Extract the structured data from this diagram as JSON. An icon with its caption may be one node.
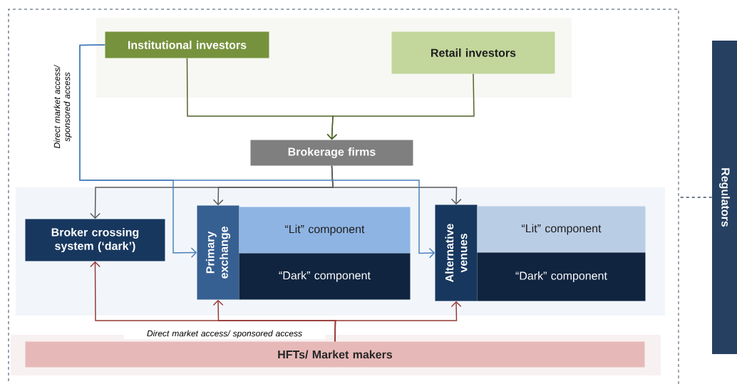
{
  "diagram": {
    "nodes": [
      {
        "text": [],
        "shape": "box"
      },
      {
        "text": [
          "Institutional investors"
        ],
        "in": 0
      },
      {
        "text": [
          "Retail investors"
        ],
        "in": 0
      },
      {
        "text": [
          "Brokerage firms"
        ],
        "in": 0
      },
      {
        "text": [
          "Broker crossing system (‘dark’)"
        ],
        "in": 0
      },
      {
        "text": [
          "Primary exchange"
        ],
        "in": 0
      },
      {
        "text": [
          "“Lit” component"
        ],
        "in": 0
      },
      {
        "text": [
          "“Dark” component"
        ],
        "in": 0
      },
      {
        "text": [
          "Alternative venues"
        ],
        "in": 0
      },
      {
        "text": [
          "“Lit” component"
        ],
        "in": 0
      },
      {
        "text": [
          "“Dark” component"
        ],
        "in": 0
      },
      {
        "text": [
          "HFTs/ Market makers"
        ],
        "in": 0
      },
      {
        "text": [
          "Regulators"
        ]
      }
    ],
    "edges": [
      {
        "from": 1,
        "to": 3,
        "arrow": "to",
        "color": "#4f6228"
      },
      {
        "from": 2,
        "to": 3,
        "arrow": "to",
        "color": "#4f6228"
      },
      {
        "from": 3,
        "to": 4,
        "arrow": "to",
        "color": "#595959"
      },
      {
        "from": 3,
        "to": 5,
        "arrow": "to",
        "color": "#595959"
      },
      {
        "from": 3,
        "to": 8,
        "arrow": "to",
        "color": "#595959"
      },
      {
        "from": 1,
        "to": 5,
        "arrow": "to",
        "color": "#4a7ebb",
        "label": "Direct market access/ sponsored access"
      },
      {
        "from": 1,
        "to": 8,
        "arrow": "to",
        "color": "#4a7ebb"
      },
      {
        "from": 11,
        "to": 4,
        "arrow": "to",
        "color": "#953735",
        "label": "Direct market access/ sponsored access"
      },
      {
        "from": 11,
        "to": 5,
        "arrow": "to",
        "color": "#953735"
      },
      {
        "from": 11,
        "to": 8,
        "arrow": "to",
        "color": "#953735"
      },
      {
        "from": 12,
        "to": 0,
        "arrow": "none",
        "style": "dashed",
        "color": "#3f4f66"
      }
    ]
  }
}
